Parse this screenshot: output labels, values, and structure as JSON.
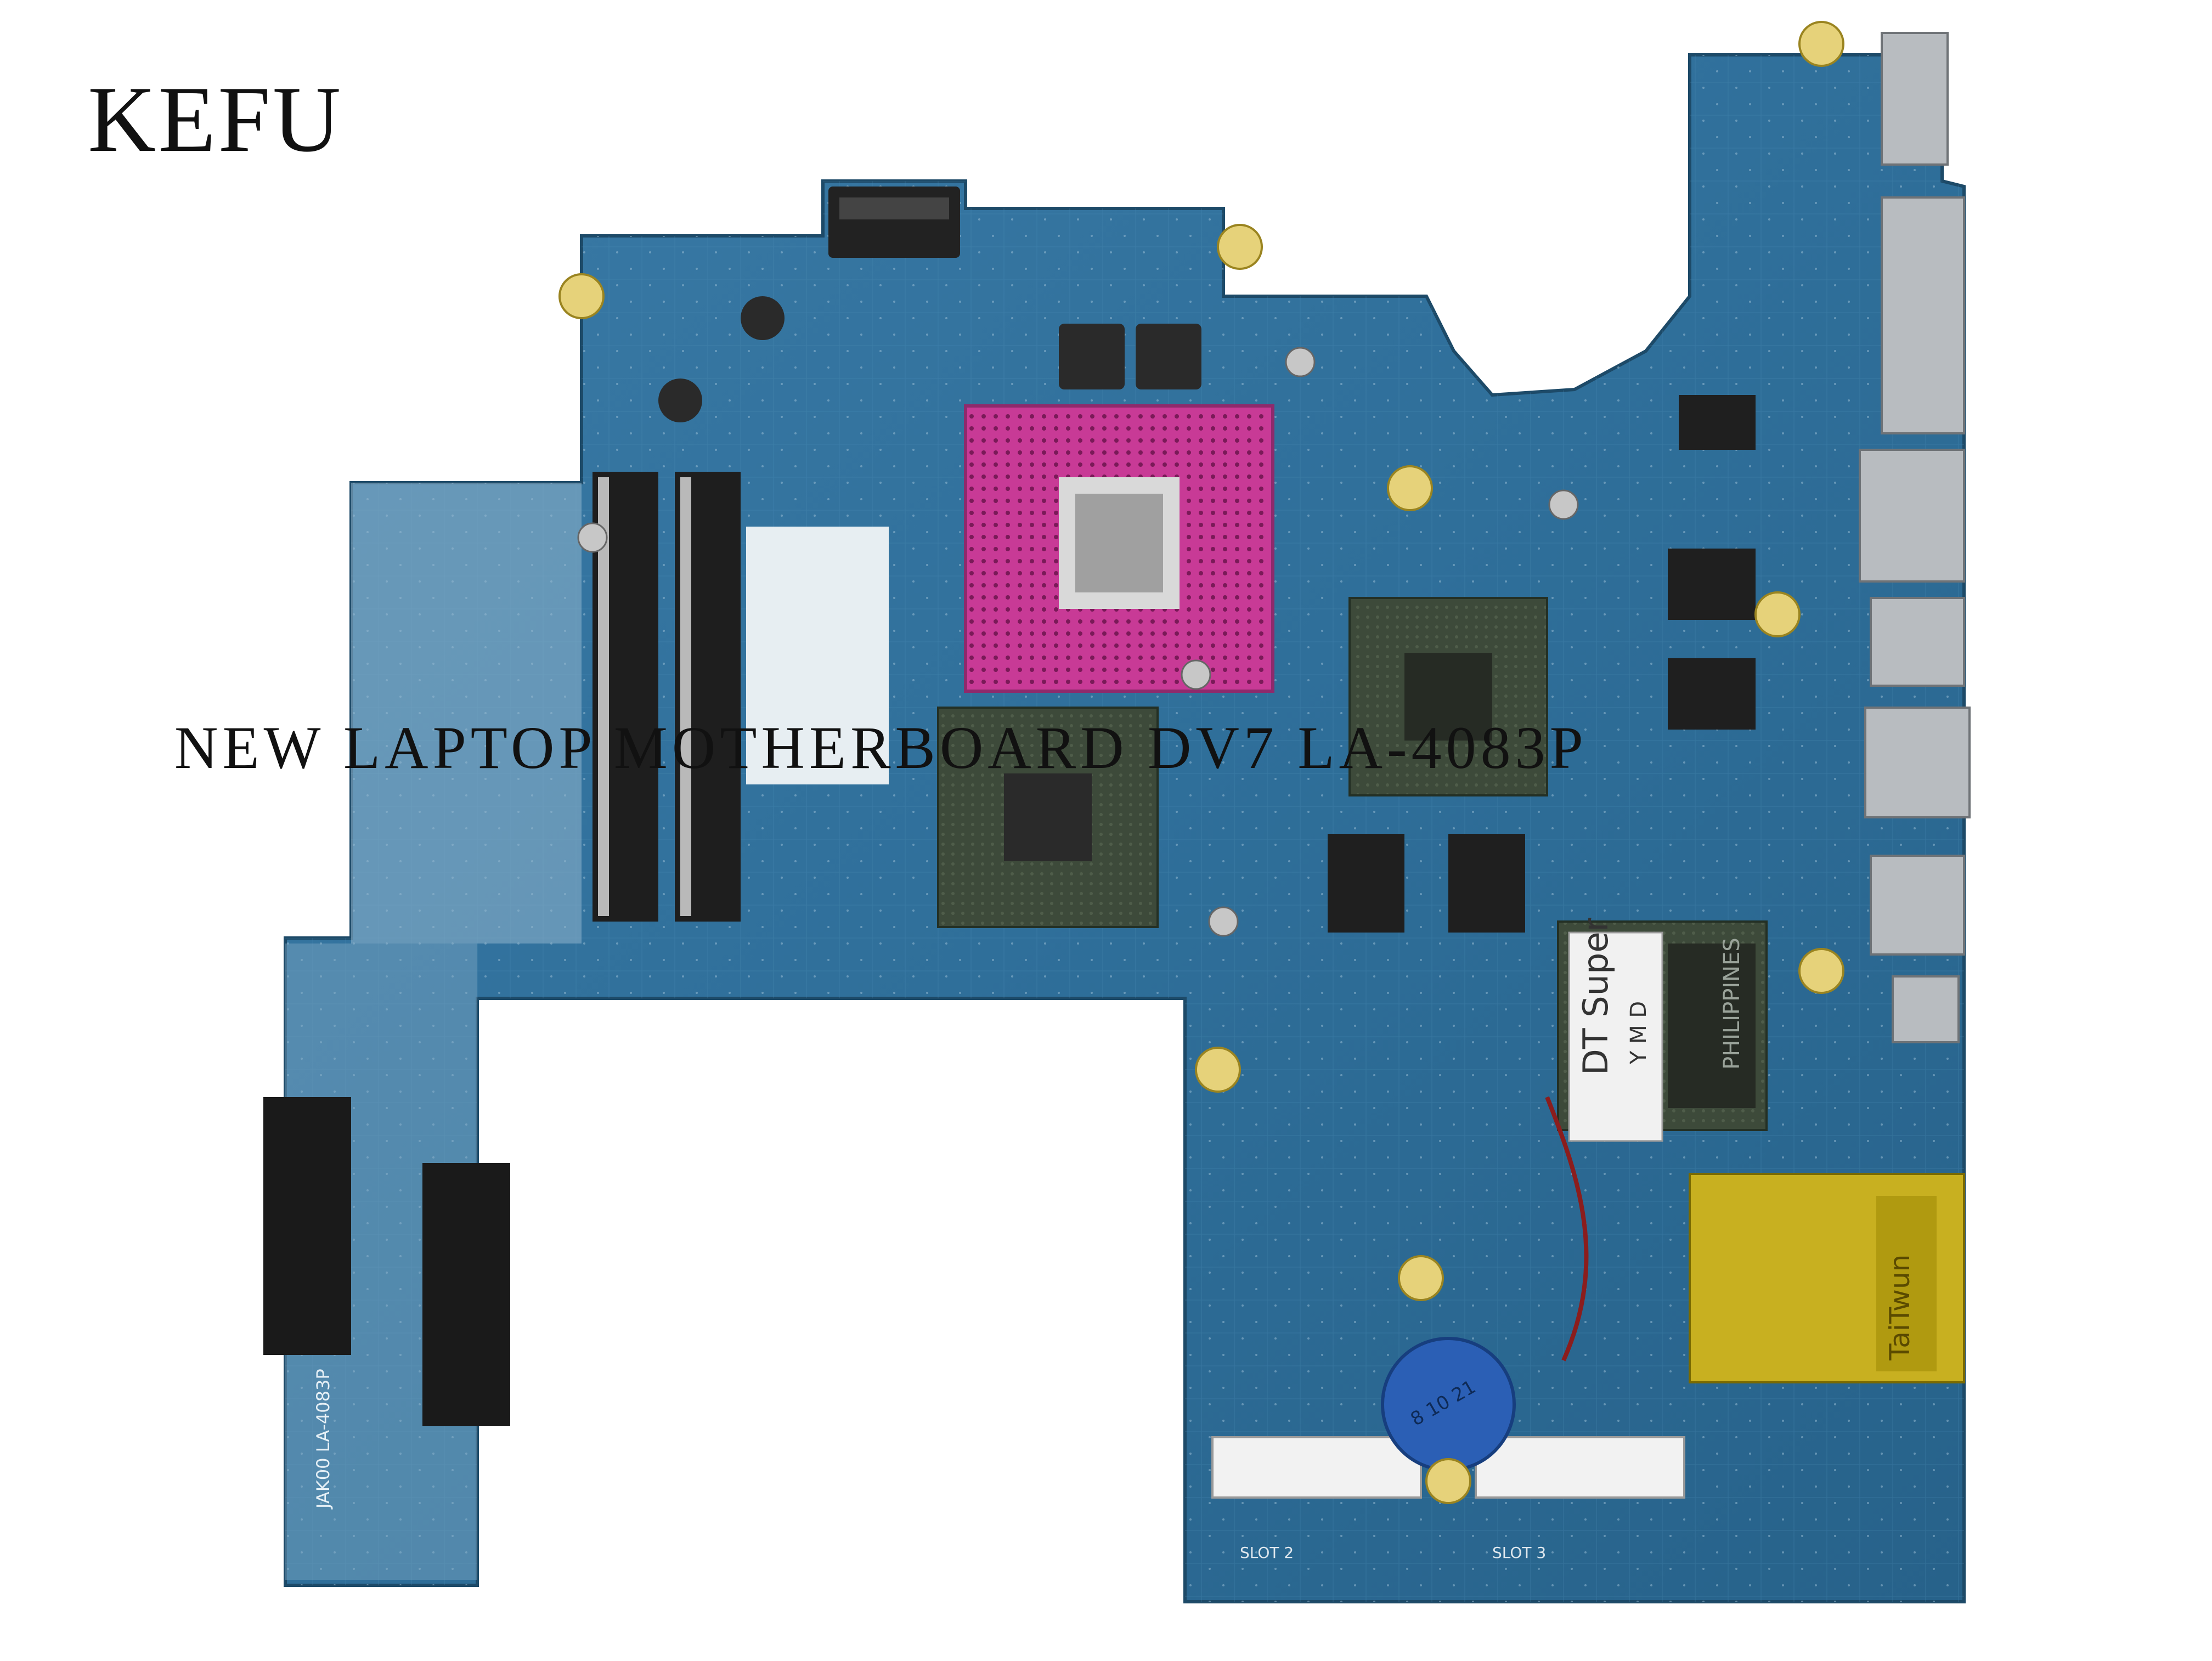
{
  "photo": {
    "brand_text": "KEFU",
    "caption_text": "NEW LAPTOP MOTHERBOARD DV7 LA-4083P"
  },
  "board": {
    "pcb_color": "#2f6f9a",
    "socket_color": "#c83a96",
    "chip_color": "#3d4a3a",
    "sticker_text": "DT Super",
    "sticker_sub": "Y M D",
    "chip_label_philippines": "PHILIPPINES",
    "module_text": "TaiTwun",
    "battery_text": "8 10 21",
    "slot2_label": "SLOT 2",
    "slot3_label": "SLOT 3",
    "board_label": "JAK00 LA-4083P"
  }
}
